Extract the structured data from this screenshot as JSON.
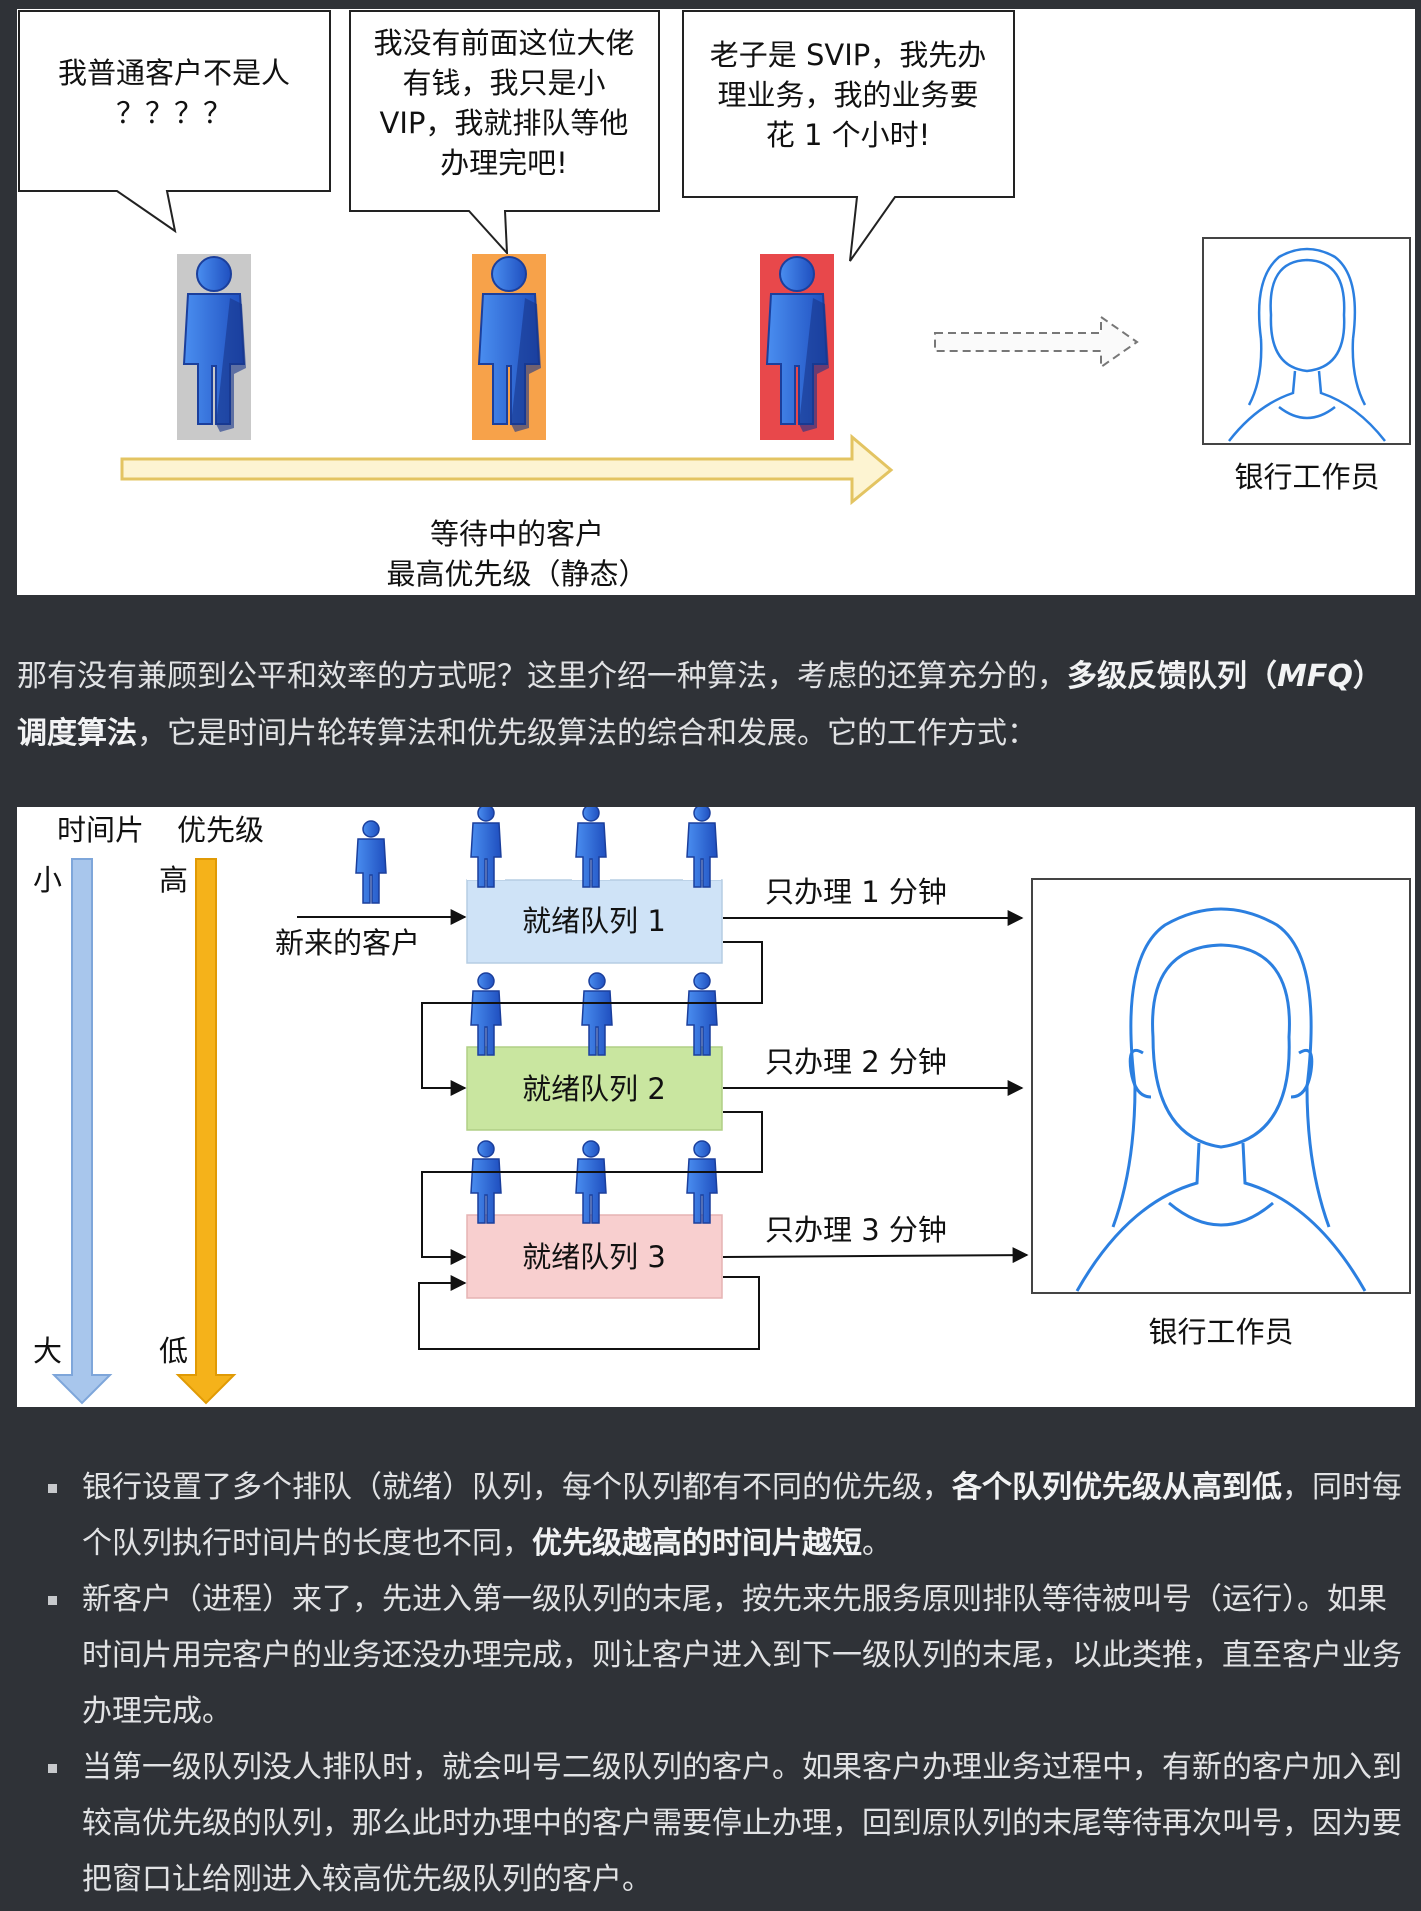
{
  "figure1": {
    "bubble1": [
      "我普通客户不是人",
      "？？？？"
    ],
    "bubble2": [
      "我没有前面这位大佬",
      "有钱，我只是小",
      "VIP，我就排队等他",
      "办理完吧!"
    ],
    "bubble3": [
      "老子是 SVIP，我先办",
      "理业务，我的业务要",
      "花 1 个小时!"
    ],
    "staff_label": "银行工作员",
    "arrow_caption": [
      "等待中的客户",
      "最高优先级（静态）"
    ],
    "colors": {
      "customer_normal": "#c9c9c9",
      "customer_vip": "#f7a24a",
      "customer_svip": "#e8484b",
      "arrow_fill": "#fdf4d2",
      "arrow_stroke": "#e3c462"
    }
  },
  "paragraph": {
    "before": "那有没有兼顾到公平和效率的方式呢？这里介绍一种算法，考虑的还算充分的，",
    "bold1": "多级反馈队列（",
    "bold_italic": "MFQ",
    "bold2": "）调度算法",
    "after": "，它是时间片轮转算法和优先级算法的综合和发展。它的工作方式："
  },
  "figure2": {
    "timeslice_label": "时间片",
    "priority_label": "优先级",
    "timeslice_top": "小",
    "timeslice_bottom": "大",
    "priority_top": "高",
    "priority_bottom": "低",
    "new_customer": "新来的客户",
    "queue1": "就绪队列 1",
    "queue2": "就绪队列 2",
    "queue3": "就绪队列 3",
    "handle1": "只办理 1 分钟",
    "handle2": "只办理 2 分钟",
    "handle3": "只办理 3 分钟",
    "staff_label": "银行工作员",
    "colors": {
      "queue1": "#cfe3f7",
      "queue2": "#c9e6a0",
      "queue3": "#f8cfcf",
      "timeslice_arrow": "#a8c6ec",
      "priority_arrow": "#f5b21a"
    }
  },
  "bullets": [
    {
      "t1": "银行设置了多个排队（就绪）队列，每个队列都有不同的优先级，",
      "b1": "各个队列优先级从高到低",
      "t2": "，同时每个队列执行时间片的长度也不同，",
      "b2": "优先级越高的时间片越短",
      "t3": "。"
    },
    {
      "t1": "新客户（进程）来了，先进入第一级队列的末尾，按先来先服务原则排队等待被叫号（运行）。如果时间片用完客户的业务还没办理完成，则让客户进入到下一级队列的末尾，以此类推，直至客户业务办理完成。"
    },
    {
      "t1": "当第一级队列没人排队时，就会叫号二级队列的客户。如果客户办理业务过程中，有新的客户加入到较高优先级的队列，那么此时办理中的客户需要停止办理，回到原队列的末尾等待再次叫号，因为要把窗口让给刚进入较高优先级队列的客户。"
    }
  ]
}
